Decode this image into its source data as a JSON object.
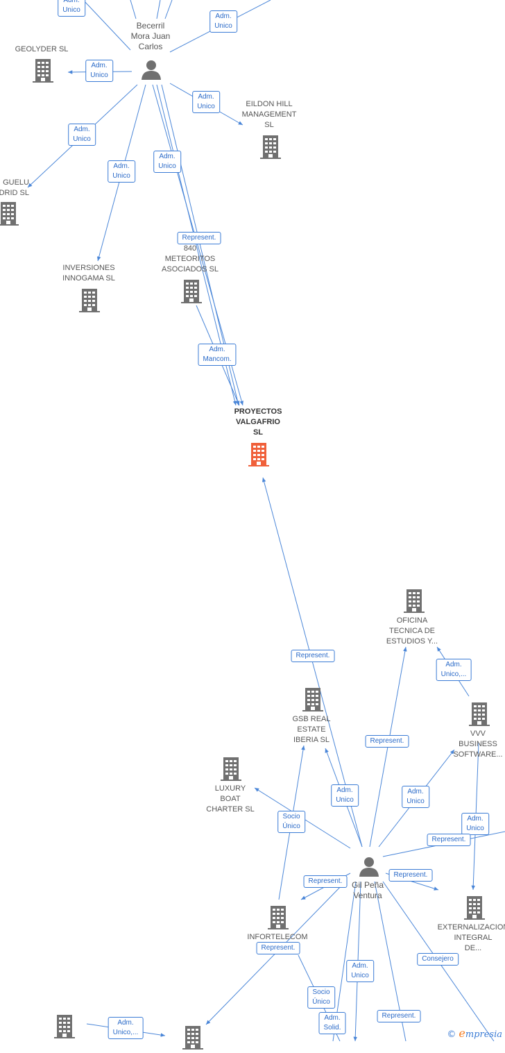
{
  "colors": {
    "edge": "#4a86d8",
    "building": "#707070",
    "focus_building": "#f0603a",
    "person": "#707070"
  },
  "persons": [
    {
      "id": "becerril",
      "label": "Becerril\nMora Juan\nCarlos",
      "icon": "person-icon"
    },
    {
      "id": "gil",
      "label": "Gil Peña\nVentura",
      "icon": "person-icon"
    }
  ],
  "companies": [
    {
      "id": "geolyder",
      "label": "GEOLYDER  SL",
      "icon": "building-icon"
    },
    {
      "id": "eildon",
      "label": "EILDON HILL\nMANAGEMENT\nSL",
      "icon": "building-icon"
    },
    {
      "id": "guelu",
      "label": "GUELU\nDRID  SL",
      "icon": "building-icon"
    },
    {
      "id": "innogama",
      "label": "INVERSIONES\nINNOGAMA  SL",
      "icon": "building-icon"
    },
    {
      "id": "meteoritos",
      "label": "840\nMETEORITOS\nASOCIADOS  SL",
      "icon": "building-icon"
    },
    {
      "id": "valgafrio",
      "label": "PROYECTOS\nVALGAFRIO\nSL",
      "icon": "building-icon",
      "focus": true
    },
    {
      "id": "oficina",
      "label": "OFICINA\nTECNICA DE\nESTUDIOS Y...",
      "icon": "building-icon"
    },
    {
      "id": "gsb",
      "label": "GSB REAL\nESTATE\nIBERIA  SL",
      "icon": "building-icon"
    },
    {
      "id": "vvv",
      "label": "VVV\nBUSINESS\nSOFTWARE...",
      "icon": "building-icon"
    },
    {
      "id": "luxury",
      "label": "LUXURY\nBOAT\nCHARTER  SL",
      "icon": "building-icon"
    },
    {
      "id": "externalizacion",
      "label": "EXTERNALIZACION\nINTEGRAL\nDE...",
      "icon": "building-icon"
    },
    {
      "id": "infortelecom",
      "label": "INFORTELECOM",
      "icon": "building-icon"
    },
    {
      "id": "bottom_left",
      "label": "",
      "icon": "building-icon"
    },
    {
      "id": "bottom_mid",
      "label": "",
      "icon": "building-icon"
    }
  ],
  "edge_labels": [
    {
      "id": "e-top1",
      "text": "Adm.\nUnico"
    },
    {
      "id": "e-top2",
      "text": "Adm.\nUnico"
    },
    {
      "id": "e-geolyder",
      "text": "Adm.\nUnico"
    },
    {
      "id": "e-eildon",
      "text": "Adm.\nUnico"
    },
    {
      "id": "e-guelu",
      "text": "Adm.\nUnico"
    },
    {
      "id": "e-innogama",
      "text": "Adm.\nUnico"
    },
    {
      "id": "e-meteoritos",
      "text": "Adm.\nUnico"
    },
    {
      "id": "e-represent-met",
      "text": "Represent."
    },
    {
      "id": "e-mancom",
      "text": "Adm.\nMancom."
    },
    {
      "id": "e-represent-valga",
      "text": "Represent."
    },
    {
      "id": "e-oficina-vvv",
      "text": "Adm.\nUnico,..."
    },
    {
      "id": "e-represent-oficina",
      "text": "Represent."
    },
    {
      "id": "e-gsb",
      "text": "Adm.\nUnico"
    },
    {
      "id": "e-vvv",
      "text": "Adm.\nUnico"
    },
    {
      "id": "e-ext",
      "text": "Adm.\nUnico"
    },
    {
      "id": "e-represent-right",
      "text": "Represent."
    },
    {
      "id": "e-socio-luxury",
      "text": "Socio\nÚnico"
    },
    {
      "id": "e-represent-left",
      "text": "Represent."
    },
    {
      "id": "e-represent-ext",
      "text": "Represent."
    },
    {
      "id": "e-represent-info",
      "text": "Represent."
    },
    {
      "id": "e-consejero",
      "text": "Consejero"
    },
    {
      "id": "e-socio-bottom",
      "text": "Socio\nÚnico"
    },
    {
      "id": "e-adm-bottom",
      "text": "Adm.\nUnico"
    },
    {
      "id": "e-adm-solid",
      "text": "Adm.\nSolid."
    },
    {
      "id": "e-represent-bottom",
      "text": "Represent."
    },
    {
      "id": "e-adm-bl",
      "text": "Adm.\nUnico,..."
    }
  ],
  "footer": {
    "copyright": "©",
    "brand_initial": "e",
    "brand_rest": "mpresia"
  }
}
